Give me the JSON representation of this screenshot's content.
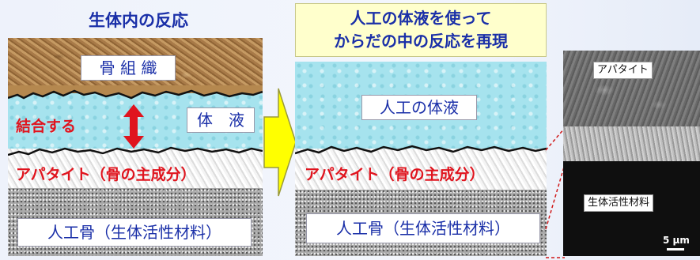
{
  "left": {
    "title": "生体内の反応",
    "bone_label": "骨 組 織",
    "bond_label": "結合する",
    "fluid_label": "体　液",
    "apatite_label": "アパタイト（骨の主成分）",
    "material_label": "人工骨（生体活性材料）"
  },
  "middle": {
    "title_line1": "人工の体液を使って",
    "title_line2": "からだの中の反応を再現",
    "fluid_label": "人工の体液",
    "apatite_label": "アパタイト（骨の主成分）",
    "material_label": "人工骨（生体活性材料）"
  },
  "right": {
    "apatite_label": "アパタイト",
    "material_label": "生体活性材料",
    "scale_label": "5 µm"
  },
  "colors": {
    "title_blue": "#1a2fa8",
    "label_red": "#e0141e",
    "arrow_yellow": "#ffff00",
    "title_box": "#ffffcc"
  },
  "icons": {
    "bond_arrow": "double-vertical-arrow-icon",
    "process_arrow": "right-arrow-icon"
  }
}
